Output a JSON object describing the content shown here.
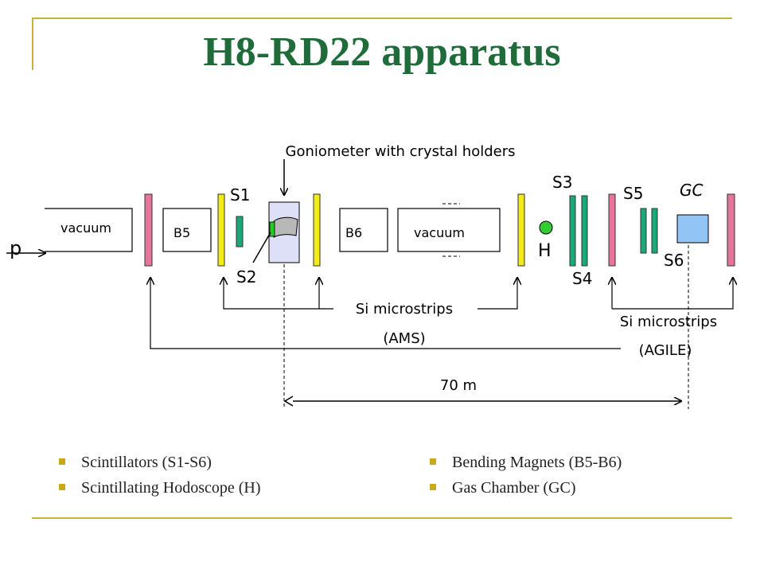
{
  "title": "H8-RD22 apparatus",
  "colors": {
    "title": "#1f6b3a",
    "frame": "#c9b13a",
    "pink_plane": "#e6759b",
    "yellow_plane": "#f2ea1a",
    "green_scint": "#1aa878",
    "hodoscope": "#33cc33",
    "gas_chamber": "#92c5f5",
    "goniometer": "#dde0f7",
    "bullet": "#c9a81b"
  },
  "diagram": {
    "beam_label": "p",
    "vacuum_left": "vacuum",
    "magnet_b5": "B5",
    "magnet_b6": "B6",
    "vacuum_right": "vacuum",
    "goniometer_label": "Goniometer with crystal holders",
    "s1": "S1",
    "s2": "S2",
    "s3": "S3",
    "s4": "S4",
    "s5": "S5",
    "s6": "S6",
    "gc": "GC",
    "hodoscope": "H",
    "si_ams_line1": "Si microstrips",
    "si_ams_line2": "(AMS)",
    "si_agile_line1": "Si microstrips",
    "si_agile_line2": "(AGILE)",
    "distance": "70 m"
  },
  "legend": {
    "left": [
      "Scintillators (S1-S6)",
      "Scintillating Hodoscope (H)"
    ],
    "right": [
      "Bending Magnets (B5-B6)",
      "Gas Chamber (GC)"
    ]
  }
}
